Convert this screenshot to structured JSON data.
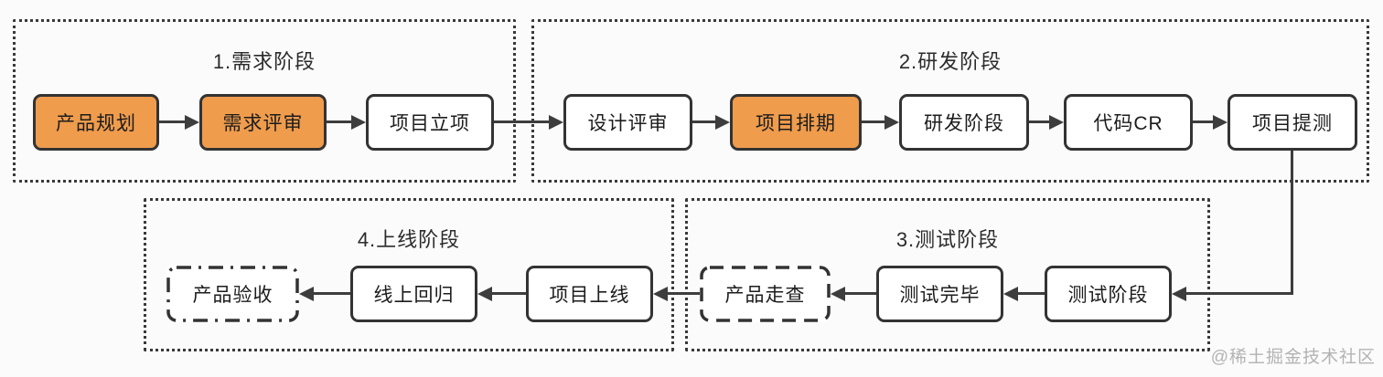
{
  "diagram": {
    "type": "flowchart",
    "description": "Software project lifecycle flow with four phase containers",
    "colors": {
      "background": "#fbfbfb",
      "accent_orange": "#EF9C4D",
      "node_border": "#333333",
      "connector": "#3d3d3d",
      "text": "#1c1c1c",
      "watermark": "#b3b3b3"
    },
    "phases": [
      {
        "title": "1.需求阶段",
        "nodes": [
          {
            "label": "产品规划",
            "style": "orange"
          },
          {
            "label": "需求评审",
            "style": "orange"
          },
          {
            "label": "项目立项",
            "style": "solid"
          }
        ]
      },
      {
        "title": "2.研发阶段",
        "nodes": [
          {
            "label": "设计评审",
            "style": "solid"
          },
          {
            "label": "项目排期",
            "style": "orange"
          },
          {
            "label": "研发阶段",
            "style": "solid"
          },
          {
            "label": "代码CR",
            "style": "solid"
          },
          {
            "label": "项目提测",
            "style": "solid"
          }
        ]
      },
      {
        "title": "3.测试阶段",
        "nodes": [
          {
            "label": "测试阶段",
            "style": "solid"
          },
          {
            "label": "测试完毕",
            "style": "solid"
          },
          {
            "label": "产品走查",
            "style": "dashed"
          }
        ]
      },
      {
        "title": "4.上线阶段",
        "nodes": [
          {
            "label": "项目上线",
            "style": "solid"
          },
          {
            "label": "线上回归",
            "style": "solid"
          },
          {
            "label": "产品验收",
            "style": "dash-dot"
          }
        ]
      }
    ],
    "flow_order": [
      "产品规划",
      "需求评审",
      "项目立项",
      "设计评审",
      "项目排期",
      "研发阶段",
      "代码CR",
      "项目提测",
      "测试阶段",
      "测试完毕",
      "产品走查",
      "项目上线",
      "线上回归",
      "产品验收"
    ],
    "watermark": "@稀土掘金技术社区"
  }
}
